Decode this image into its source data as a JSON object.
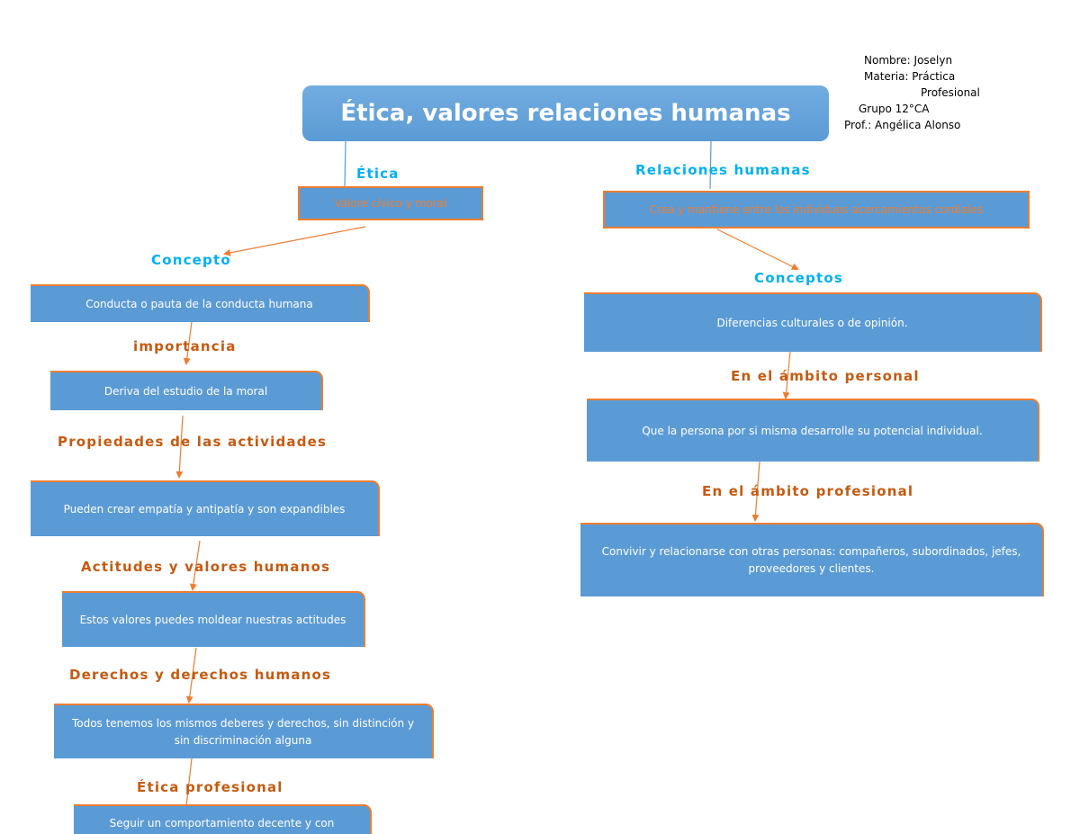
{
  "title": "Ética, valores relaciones humanas",
  "info": {
    "nombre": "Nombre: Joselyn",
    "materia": "Materia: Práctica",
    "materia_cont": "Profesional",
    "grupo": "Grupo 12°CA",
    "prof": "Prof.: Angélica Alonso"
  },
  "left": {
    "heading": "Ética",
    "root": "Valore cívico y moral",
    "concepto_label": "Concepto",
    "concepto": "Conducta o pauta de la conducta humana",
    "importancia_label": "importancia",
    "importancia": "Deriva del estudio de la moral",
    "propiedades_label": "Propiedades de las actividades",
    "propiedades": "Pueden crear empatía y antipatía y son expandibles",
    "actitudes_label": "Actitudes y valores humanos",
    "actitudes": "Estos valores puedes moldear nuestras actitudes",
    "derechos_label": "Derechos y derechos humanos",
    "derechos": "Todos tenemos los mismos deberes y derechos, sin distinción y sin discriminación alguna",
    "etica_prof_label": "Ética profesional",
    "etica_prof": "Seguir un comportamiento decente y con"
  },
  "right": {
    "heading": "Relaciones humanas",
    "root": "Crea y mantiene entre los individuos acercamientos cordiales",
    "conceptos_label": "Conceptos",
    "conceptos": "Diferencias culturales o de opinión.",
    "personal_label": "En el ámbito personal",
    "personal": "Que la persona por si misma desarrolle su potencial individual.",
    "profesional_label": "En el ámbito profesional",
    "profesional": "Convivir y relacionarse con otras personas: compañeros, subordinados, jefes, proveedores y clientes."
  },
  "colors": {
    "box_fill": "#5b9bd5",
    "box_border": "#ed7d31",
    "connector": "#ed7d31",
    "title_connector": "#5b9bd5",
    "label_orange": "#c55a11",
    "label_cyan": "#00b0f0"
  }
}
